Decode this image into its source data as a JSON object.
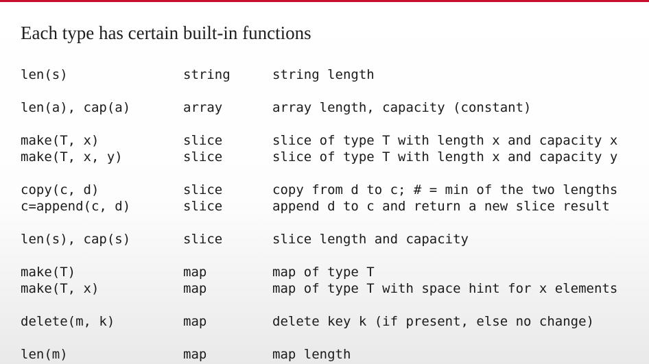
{
  "slide": {
    "title": "Each type has certain built-in functions",
    "accent_color": "#c8102e",
    "rows": [
      {
        "func": "len(s)",
        "type": "string",
        "desc": "string length"
      },
      {
        "func": "len(a), cap(a)",
        "type": "array",
        "desc": "array length, capacity (constant)"
      },
      {
        "func": "make(T, x)",
        "type": "slice",
        "desc": "slice of type T with length x and capacity x"
      },
      {
        "func": "make(T, x, y)",
        "type": "slice",
        "desc": "slice of type T with length x and capacity y"
      },
      {
        "func": "copy(c, d)",
        "type": "slice",
        "desc": "copy from d to c; # = min of the two lengths"
      },
      {
        "func": "c=append(c, d)",
        "type": "slice",
        "desc": "append d to c and return a new slice result"
      },
      {
        "func": "len(s), cap(s)",
        "type": "slice",
        "desc": "slice length and capacity"
      },
      {
        "func": "make(T)",
        "type": "map",
        "desc": "map of type T"
      },
      {
        "func": "make(T, x)",
        "type": "map",
        "desc": "map of type T with space hint for x elements"
      },
      {
        "func": "delete(m, k)",
        "type": "map",
        "desc": "delete key k (if present, else no change)"
      },
      {
        "func": "len(m)",
        "type": "map",
        "desc": "map length"
      }
    ]
  }
}
